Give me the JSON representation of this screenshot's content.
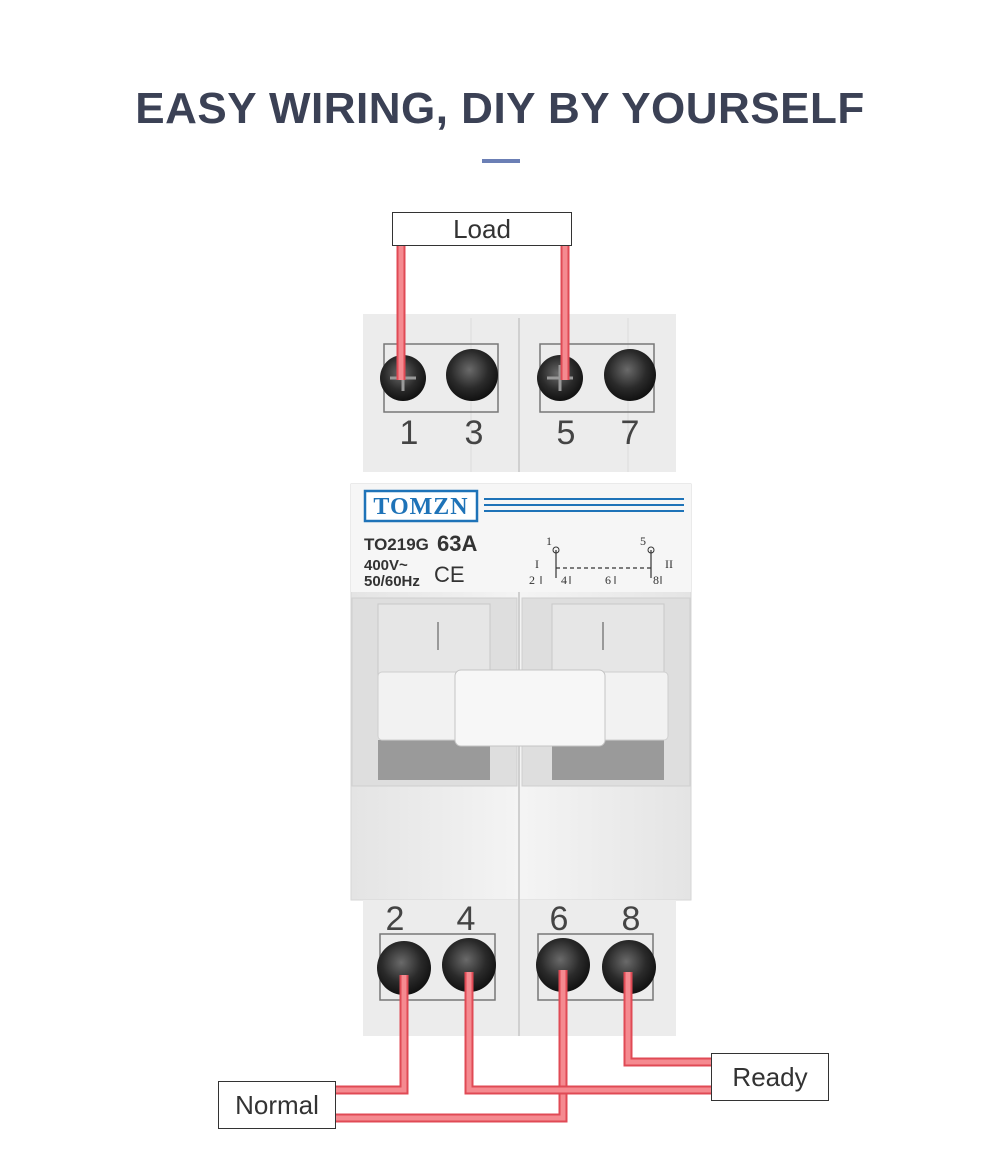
{
  "header": {
    "title": "EASY WIRING, DIY BY YOURSELF"
  },
  "labels": {
    "load": "Load",
    "normal": "Normal",
    "ready": "Ready"
  },
  "terminals": {
    "top": [
      "1",
      "3",
      "5",
      "7"
    ],
    "bottom": [
      "2",
      "4",
      "6",
      "8"
    ]
  },
  "device": {
    "brand": "TOMZN",
    "model": "TO219G",
    "rating": "63A",
    "voltage": "400V~",
    "frequency": "50/60Hz",
    "ce_mark": "CE",
    "schematic": {
      "pos_one": "I",
      "pos_two": "II",
      "top_terms": [
        "1",
        "5"
      ],
      "bottom_terms": [
        "2",
        "4",
        "6",
        "8"
      ]
    }
  },
  "colors": {
    "title": "#3b4155",
    "accent": "#6b7fb5",
    "wire": "#f07a80",
    "brand": "#1e73b8"
  }
}
